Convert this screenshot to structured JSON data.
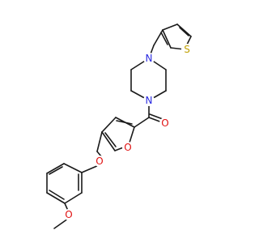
{
  "molecule": {
    "atoms": {
      "sulfur": {
        "label": "S"
      },
      "piperazine_n_top": {
        "label": "N"
      },
      "piperazine_n_bottom": {
        "label": "N"
      },
      "carbonyl_oxygen": {
        "label": "O"
      },
      "furan_oxygen": {
        "label": "O"
      },
      "ether_oxygen": {
        "label": "O"
      },
      "methoxy_oxygen": {
        "label": "O"
      }
    },
    "colors": {
      "bond": "#1a1a1a",
      "nitrogen": "#2a2ae0",
      "oxygen": "#e01010",
      "sulfur": "#c0a000"
    }
  }
}
